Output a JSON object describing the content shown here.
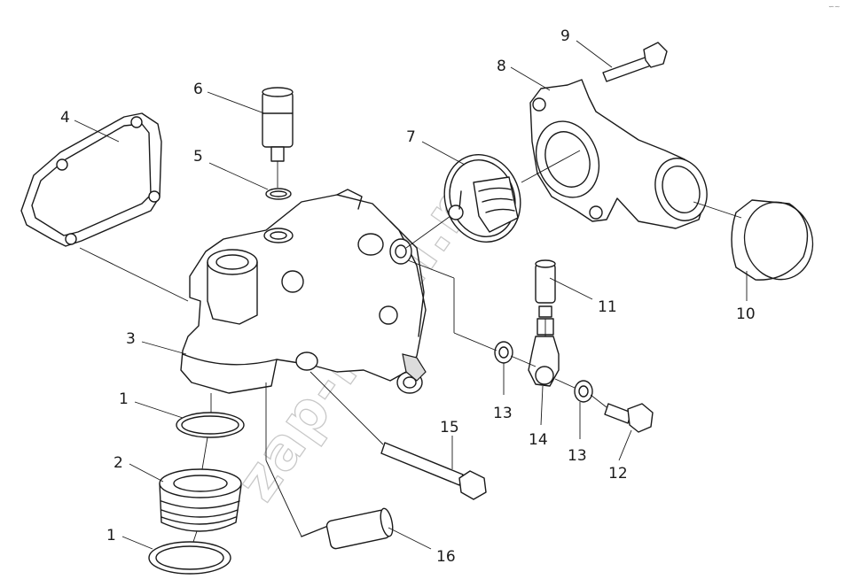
{
  "watermark": "zap-kaml.ru",
  "corner_mark": "∽~",
  "callouts": [
    {
      "id": "c1a",
      "number": "1"
    },
    {
      "id": "c1b",
      "number": "1"
    },
    {
      "id": "c2",
      "number": "2"
    },
    {
      "id": "c3",
      "number": "3"
    },
    {
      "id": "c4",
      "number": "4"
    },
    {
      "id": "c5",
      "number": "5"
    },
    {
      "id": "c6",
      "number": "6"
    },
    {
      "id": "c7",
      "number": "7"
    },
    {
      "id": "c8",
      "number": "8"
    },
    {
      "id": "c9",
      "number": "9"
    },
    {
      "id": "c10",
      "number": "10"
    },
    {
      "id": "c11",
      "number": "11"
    },
    {
      "id": "c12",
      "number": "12"
    },
    {
      "id": "c13a",
      "number": "13"
    },
    {
      "id": "c13b",
      "number": "13"
    },
    {
      "id": "c14",
      "number": "14"
    },
    {
      "id": "c15",
      "number": "15"
    },
    {
      "id": "c16",
      "number": "16"
    }
  ]
}
